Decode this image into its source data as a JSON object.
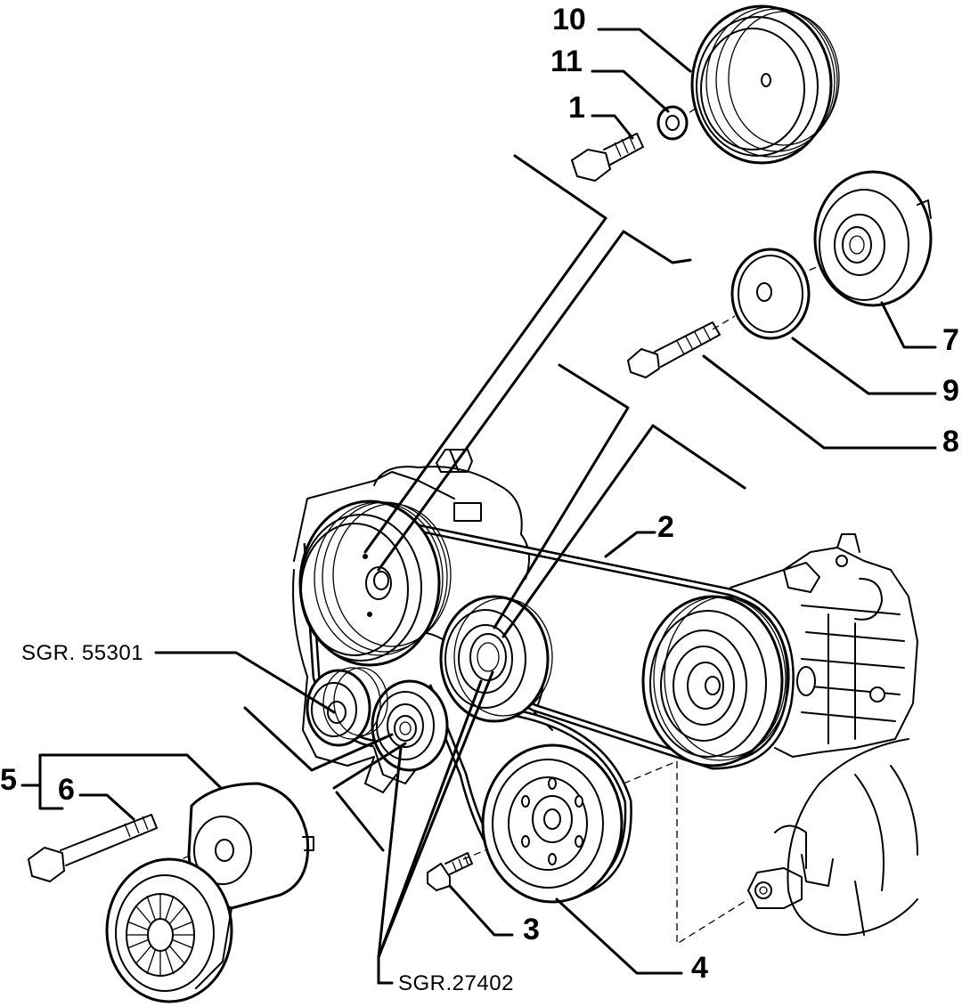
{
  "labels": {
    "part_1": "1",
    "part_2": "2",
    "part_3": "3",
    "part_4": "4",
    "part_5": "5",
    "part_6": "6",
    "part_7": "7",
    "part_8": "8",
    "part_9": "9",
    "part_10": "10",
    "part_11": "11",
    "ref_sgr_55301": "SGR. 55301",
    "ref_sgr_27402": "SGR.27402"
  }
}
